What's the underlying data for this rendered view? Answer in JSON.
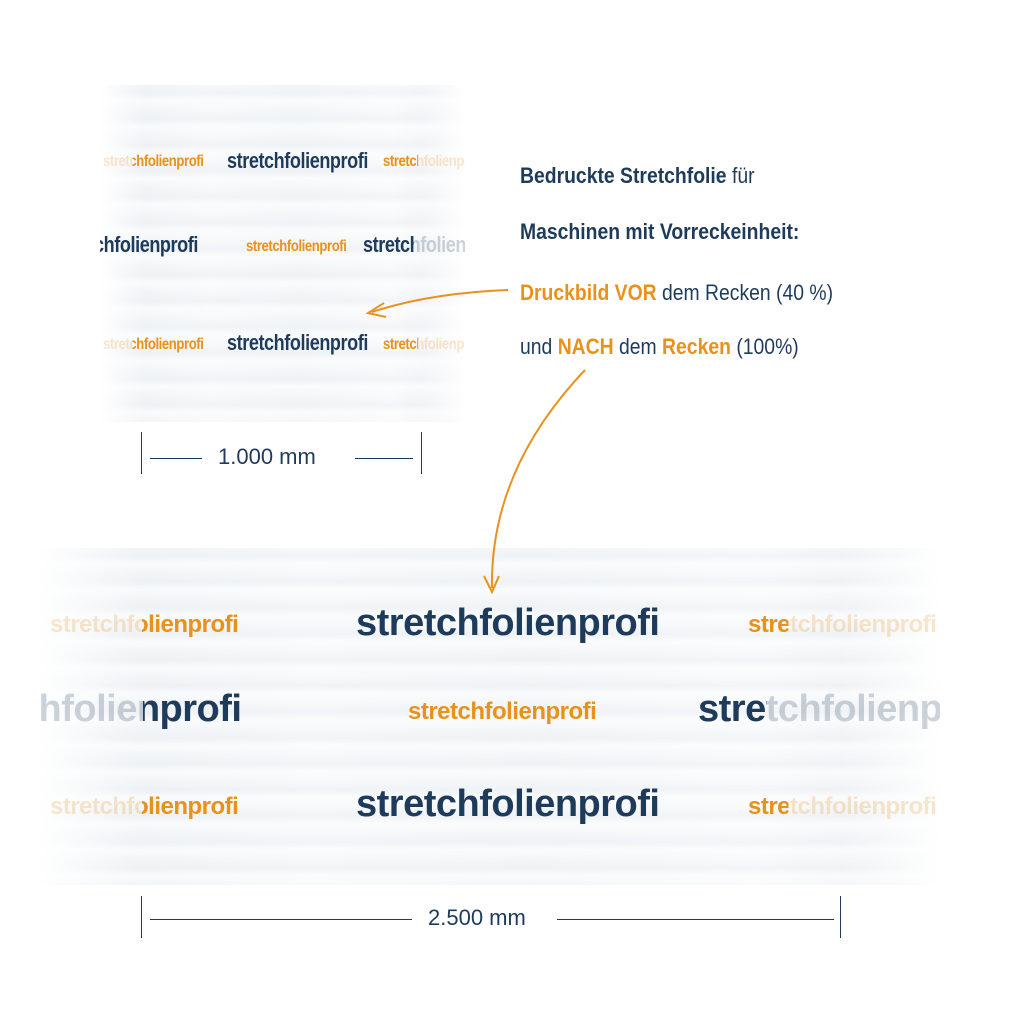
{
  "brand": {
    "word": "stretchfolienprofi",
    "navy": "#1f3b5b",
    "orange": "#e8921c"
  },
  "description": {
    "line1_bold": "Bedruckte Stretchfolie",
    "line1_rest": " für",
    "line2": "Maschinen mit Vorreckeinheit:",
    "line3_hl": "Druckbild VOR",
    "line3_rest": " dem Recken (40 %)",
    "line4_a": "und ",
    "line4_hl1": "NACH",
    "line4_b": " dem ",
    "line4_hl2": "Recken",
    "line4_c": " (100%)"
  },
  "dimensions": {
    "small": "1.000 mm",
    "large": "2.500 mm"
  }
}
